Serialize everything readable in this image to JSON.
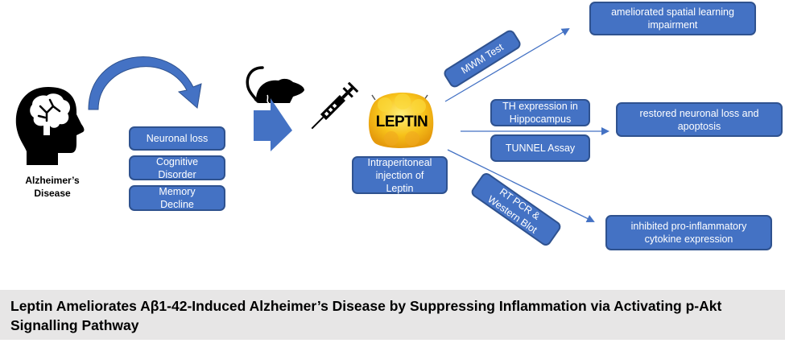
{
  "colors": {
    "box_fill": "#4472c4",
    "box_border": "#2f528f",
    "banner_bg": "#e7e6e6",
    "leptin_yellow": "#f7c21a"
  },
  "disease": {
    "icon": "brain-head-icon",
    "label": "Alzheimer’s\nDisease"
  },
  "symptoms": [
    "Neuronal loss",
    "Cognitive\nDisorder",
    "Memory\nDecline"
  ],
  "model": {
    "icon": "mouse-icon",
    "injection_icon": "syringe-icon"
  },
  "leptin": {
    "label": "LEPTIN",
    "caption": "Intraperitoneal\ninjection of\nLeptin"
  },
  "methods": {
    "mwm": "MWM Test",
    "th": "TH expression in\nHippocampus",
    "tunnel": "TUNNEL Assay",
    "rtpcr": "RT PCR &\nWestern Blot"
  },
  "outcomes": {
    "spatial": "ameliorated spatial learning\nimpairment",
    "neuronal": "restored neuronal loss and\napoptosis",
    "cytokine": "inhibited pro-inflammatory\ncytokine expression"
  },
  "title": "Leptin Ameliorates Aβ1-42-Induced Alzheimer’s Disease by Suppressing Inflammation via Activating p-Akt Signalling Pathway"
}
